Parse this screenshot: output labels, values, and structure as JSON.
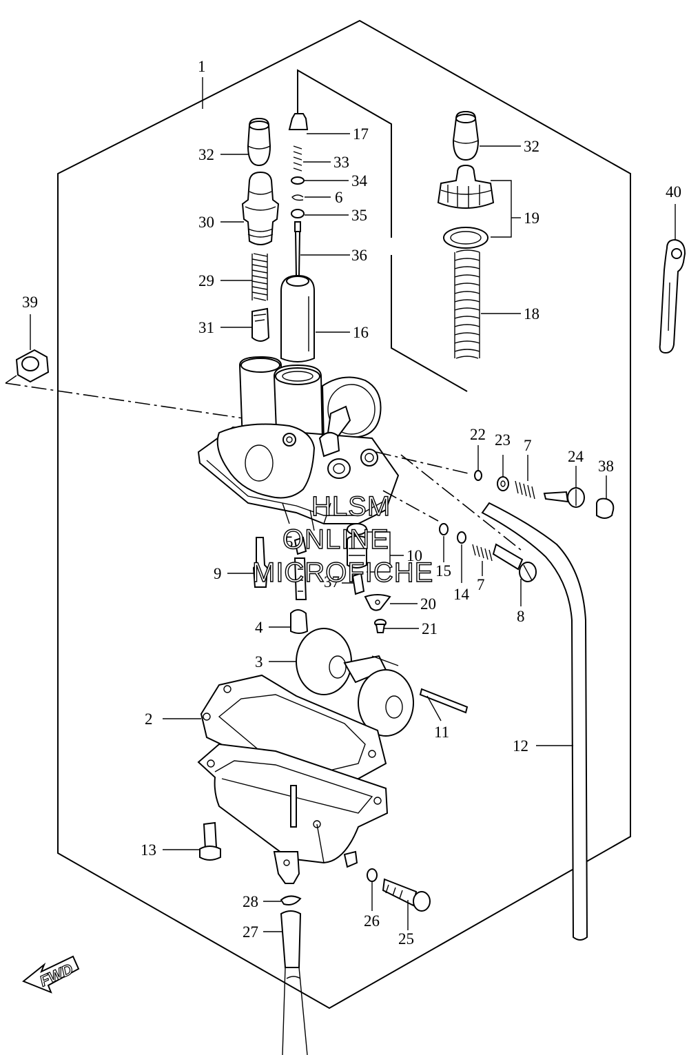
{
  "diagram": {
    "part_labels": {
      "p1": "1",
      "p2": "2",
      "p3": "3",
      "p4": "4",
      "p5": "5",
      "p6": "6",
      "p7a": "7",
      "p7b": "7",
      "p8": "8",
      "p9": "9",
      "p10": "10",
      "p11": "11",
      "p12": "12",
      "p13": "13",
      "p14": "14",
      "p15": "15",
      "p16": "16",
      "p17": "17",
      "p18": "18",
      "p19": "19",
      "p20": "20",
      "p21": "21",
      "p22": "22",
      "p23": "23",
      "p24": "24",
      "p25": "25",
      "p26": "26",
      "p27": "27",
      "p28": "28",
      "p29": "29",
      "p30": "30",
      "p31": "31",
      "p32a": "32",
      "p32b": "32",
      "p33": "33",
      "p34": "34",
      "p35": "35",
      "p36": "36",
      "p37": "37",
      "p38": "38",
      "p39": "39",
      "p40": "40"
    },
    "watermark": {
      "line1": "HLSM",
      "line2": "ONLINE",
      "line3": "MICROFICHE"
    },
    "direction_arrow": {
      "label": "FWD",
      "icon": "fwd-arrow-icon"
    },
    "colors": {
      "ink": "#000000",
      "paper": "#ffffff"
    }
  }
}
